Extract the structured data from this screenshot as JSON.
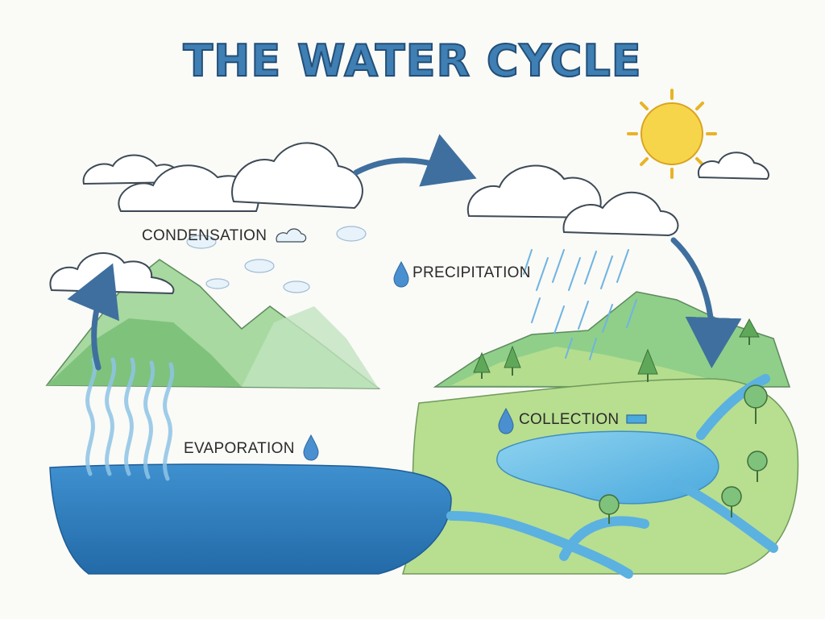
{
  "title": "THE WATER CYCLE",
  "labels": {
    "condensation": "CONDENSATION",
    "precipitation": "PRECIPITATION",
    "collection": "COLLECTION",
    "evaporation": "EVAPORATION"
  },
  "colors": {
    "title": "#3f7fb3",
    "title_outline": "#224f78",
    "arrow": "#3f6f9e",
    "cloud_fill": "#ffffff",
    "cloud_outline": "#3d4a56",
    "sun": "#f7d54a",
    "mountain": "#8fcf8a",
    "grass": "#b5dd8e",
    "ocean": "#2f7fc0",
    "lake": "#6cc0e8",
    "droplet": "#4a8fcf"
  },
  "icons": [
    "sun-icon",
    "cloud-icon",
    "droplet-icon",
    "tree-icon",
    "arrow-icon",
    "rain-icon",
    "vapor-icon",
    "mountain-icon"
  ]
}
